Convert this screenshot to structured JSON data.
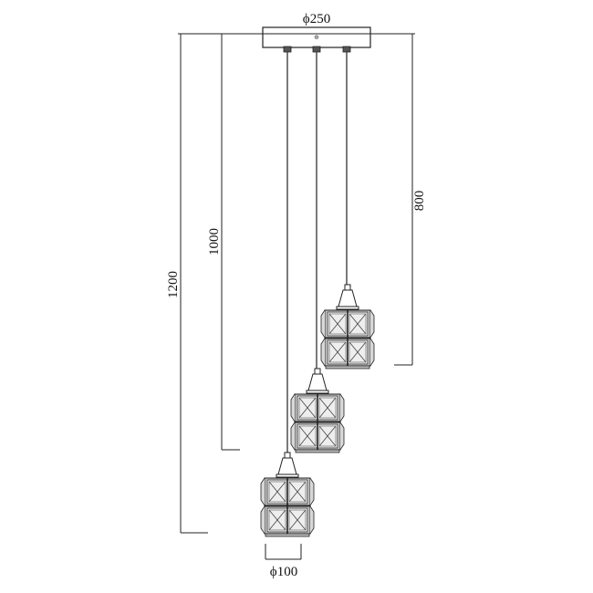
{
  "dimensions": {
    "canopy_diameter": "ϕ250",
    "shade_diameter": "ϕ100",
    "drop_1200": "1200",
    "drop_1000": "1000",
    "drop_800": "800"
  },
  "icons": {
    "canopy": "ceiling-canopy-icon",
    "pendant": "crystal-pendant-shade-icon"
  }
}
